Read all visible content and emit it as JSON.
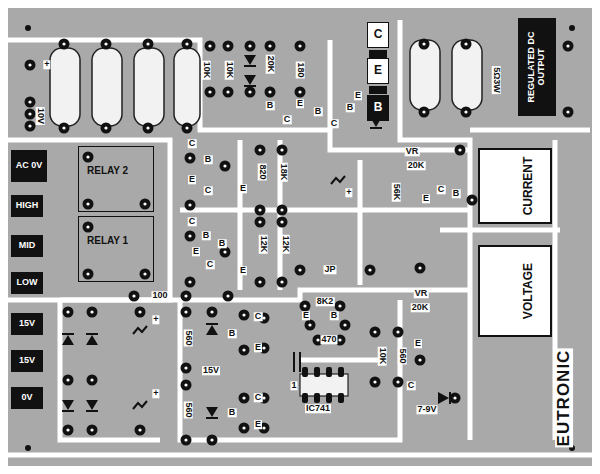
{
  "diagram": {
    "nodes": [
      {
        "text": [
          "C"
        ]
      },
      {
        "text": [
          "E"
        ]
      },
      {
        "text": [
          "B"
        ]
      },
      {
        "text": [
          "REGULATED DC OUTPUT"
        ]
      },
      {
        "text": [
          "AC 0V"
        ]
      },
      {
        "text": [
          "RELAY 2"
        ]
      },
      {
        "text": [
          "CURRENT"
        ]
      },
      {
        "text": [
          "HIGH"
        ]
      },
      {
        "text": [
          "RELAY 1"
        ]
      },
      {
        "text": [
          "MID"
        ]
      },
      {
        "text": [
          "VOLTAGE"
        ]
      },
      {
        "text": [
          "LOW"
        ]
      },
      {
        "text": [
          "15V"
        ]
      },
      {
        "text": [
          "15V"
        ]
      },
      {
        "text": [
          "0V"
        ]
      }
    ],
    "labels": [
      "+",
      "10V",
      "10K",
      "10K",
      "20K",
      "180",
      "B",
      "E",
      "C",
      "B",
      "C",
      "B",
      "E",
      "5Ω3W",
      "C",
      "B",
      "E",
      "C",
      "E",
      "820",
      "18K",
      "+",
      "56K",
      "E",
      "C",
      "B",
      "VR",
      "20K",
      "C",
      "B",
      "B",
      "E",
      "C",
      "E",
      "12K",
      "12K",
      "JP",
      "100",
      "8K2",
      "E",
      "B",
      "470",
      "10K",
      "560",
      "E",
      "VR",
      "20K",
      "C",
      "7-9V",
      "IC741",
      "1",
      "15V",
      "560",
      "B",
      "C",
      "E",
      "560",
      "B",
      "C",
      "E",
      "+",
      "+",
      "EUTRONIC"
    ]
  }
}
